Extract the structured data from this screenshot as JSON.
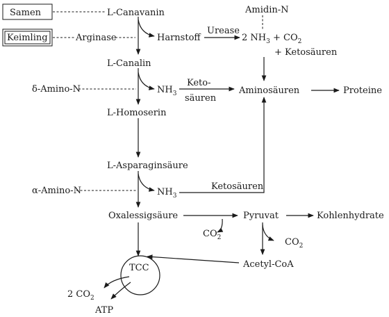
{
  "nodes": {
    "samen": "Samen",
    "keimling": "Keimling",
    "canavanin": "L-Canavanin",
    "amidin_n": "Amidin-N",
    "arginase": "Arginase",
    "harnstoff": "Harnstoff",
    "urease": "Urease",
    "nh3_co2_prefix": "2 NH",
    "nh3_co2_sub": "3",
    "nh3_co2_suffix": " + CO",
    "co2_sub": "2",
    "ketosaeuren_plus": "+ Ketosäuren",
    "canalin": "L-Canalin",
    "delta_amino_n": "δ-Amino-N",
    "nh3_1": "NH",
    "nh3_1_sub": "3",
    "keto_line1": "Keto-",
    "keto_line2": "säuren",
    "aminosaeuren": "Aminosäuren",
    "proteine": "Proteine",
    "homoserin": "L-Homoserin",
    "asparaginsaeure": "L-Asparaginsäure",
    "alpha_amino_n": "α-Amino-N",
    "nh3_2": "NH",
    "nh3_2_sub": "3",
    "ketosaeuren_2": "Ketosäuren",
    "oxalessigsaeure": "Oxalessigsäure",
    "pyruvat": "Pyruvat",
    "kohlenhydrate": "Kohlenhydrate",
    "co2_a": "CO",
    "co2_a_sub": "2",
    "co2_b": "CO",
    "co2_b_sub": "2",
    "acetyl_coa": "Acetyl-CoA",
    "tcc": "TCC",
    "co2_tcc_prefix": "2 CO",
    "co2_tcc_sub": "2",
    "atp": "ATP"
  }
}
